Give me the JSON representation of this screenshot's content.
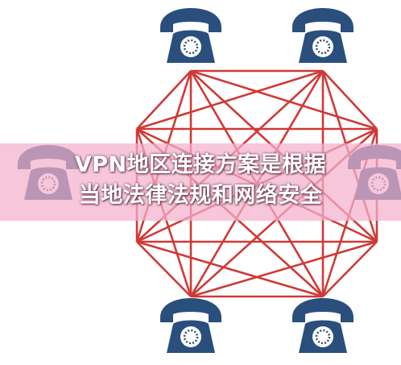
{
  "overlay": {
    "caption_line_1": "VPN地区连接方案是根据",
    "caption_line_2": "当地法律法规和网络安全"
  },
  "colors": {
    "phone": "#2a4f7d",
    "phone_dial": "#ffffff",
    "network_line": "#cf3a36",
    "banner": "#f4b0cc"
  },
  "diagram": {
    "node_icon": "telephone-icon",
    "node_count": 8,
    "visible_phone_icons": 6
  }
}
